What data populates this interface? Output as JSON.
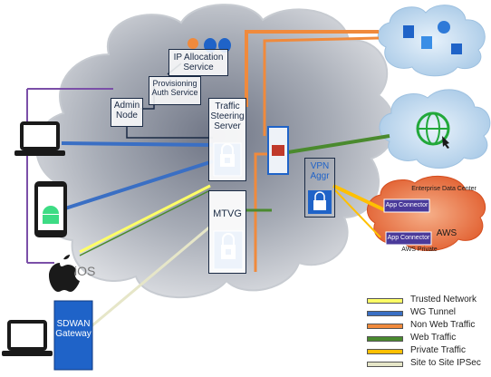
{
  "nodes": {
    "ip_allocation": "IP Allocation Service",
    "provisioning": "Provisioning Auth Service",
    "admin_node": "Admin Node",
    "traffic_steering": "Traffic Steering Server",
    "mtvg": "MTVG",
    "vpn_aggr": "VPN Aggr",
    "enterprise_dc": "Enterprise Data Center",
    "app_connector_1": "App Connector",
    "app_connector_2": "App Connector",
    "aws": "AWS",
    "aws_private": "AWS Private",
    "ios": "iOS",
    "sdwan_gateway": "SDWAN Gateway"
  },
  "legend": [
    {
      "label": "Trusted Network",
      "color": "#ffff66"
    },
    {
      "label": "WG Tunnel",
      "color": "#3a6fc4"
    },
    {
      "label": "Non Web Traffic",
      "color": "#f08a3c"
    },
    {
      "label": "Web Traffic",
      "color": "#4a8a2e"
    },
    {
      "label": "Private Traffic",
      "color": "#ffc000"
    },
    {
      "label": "Site to Site IPSec",
      "color": "#e6e6c8"
    }
  ],
  "colors": {
    "cloud": "#c9cdd4",
    "server_blue": "#1f63c8",
    "purple_line": "#7b4fa8"
  }
}
